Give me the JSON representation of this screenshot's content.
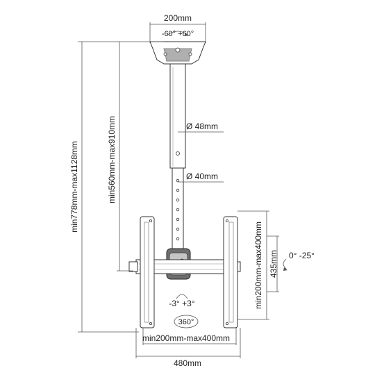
{
  "labels": {
    "top_width": "200mm",
    "top_tilt": "-60° +60°",
    "height_total": "min778mm-max1128mm",
    "height_pole": "min560mm-max910mm",
    "pipe_outer": "Ø 48mm",
    "pipe_inner": "Ø 40mm",
    "vesa_vertical": "min200mm-max400mm",
    "bracket_height": "435mm",
    "tilt_angle": "0° -25°",
    "swivel": "-3° +3°",
    "rotation": "360°",
    "vesa_horizontal": "min200mm-max400mm",
    "bottom_width": "480mm"
  },
  "colors": {
    "line": "#333333",
    "dim_line": "#555555",
    "hub_fill": "#6e6e6e"
  },
  "icons": [
    "tilt-arc-icon",
    "swivel-arc-icon",
    "rotation-arrow-icon"
  ]
}
